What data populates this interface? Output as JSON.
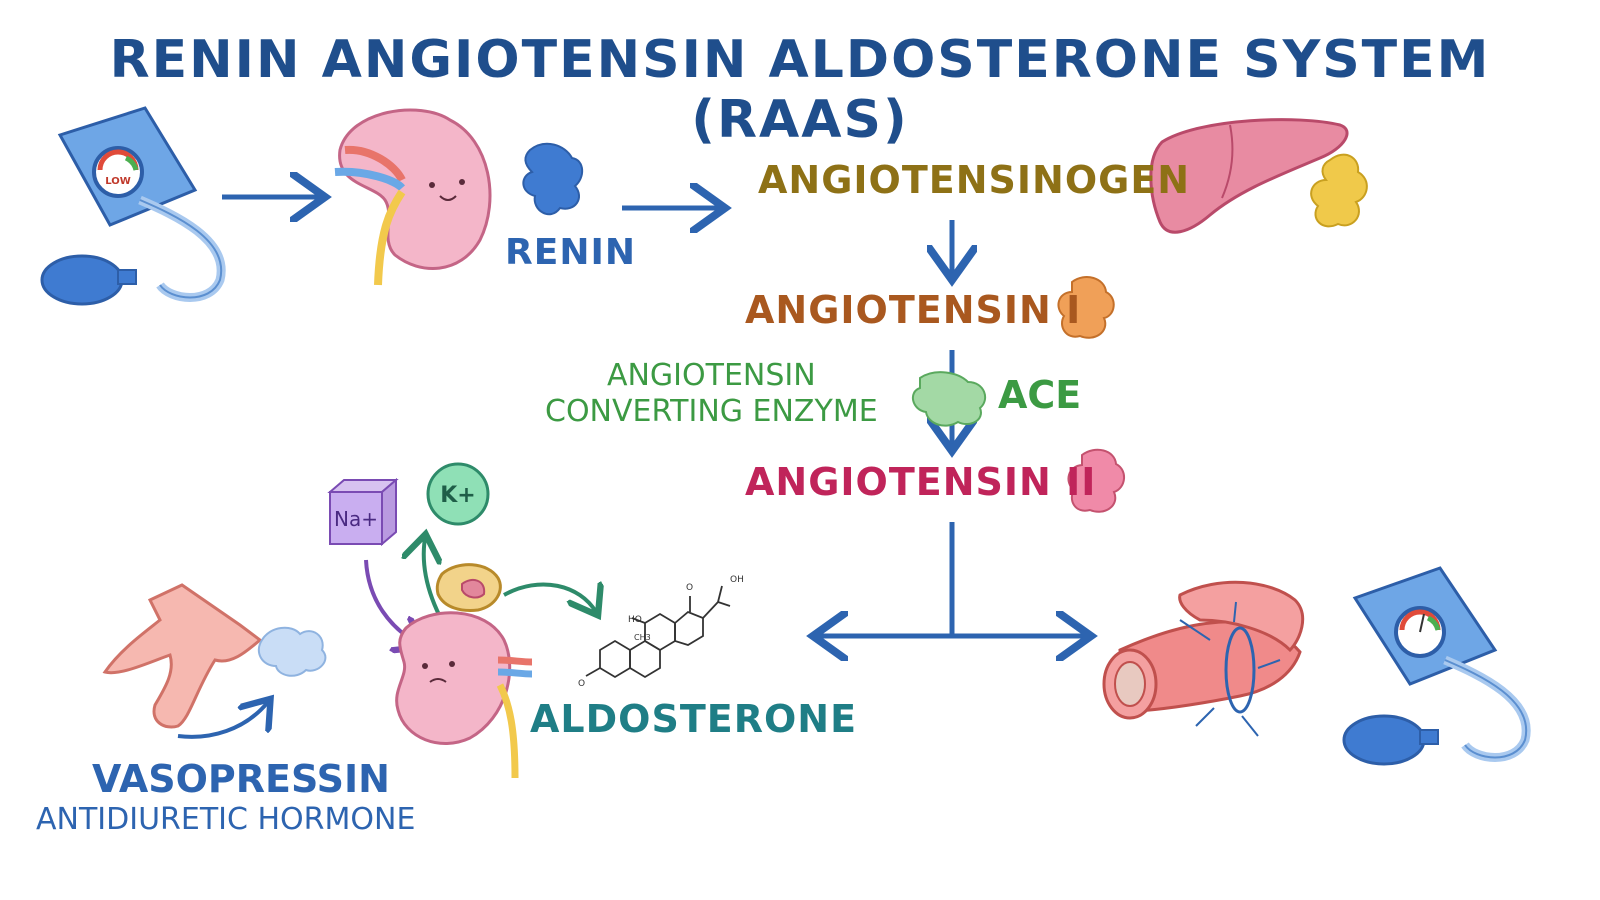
{
  "title": "RENIN ANGIOTENSIN ALDOSTERONE SYSTEM (RAAS)",
  "gauge_low_text": "LOW",
  "labels": {
    "renin": "RENIN",
    "angiotensinogen": "ANGIOTENSINOGEN",
    "angiotensin_1": "ANGIOTENSIN I",
    "ace_full_line1": "ANGIOTENSIN",
    "ace_full_line2": "CONVERTING ENZYME",
    "ace": "ACE",
    "angiotensin_2": "ANGIOTENSIN II",
    "aldosterone": "ALDOSTERONE",
    "vasopressin": "VASOPRESSIN",
    "antidiuretic_hormone": "ANTIDIURETIC HORMONE"
  },
  "ions": {
    "sodium": "Na+",
    "potassium": "K+"
  },
  "molecule_labels": {
    "ho": "HO",
    "ch3": "CH3",
    "oh": "OH",
    "o": "O"
  },
  "colors": {
    "title": "#1f4e8c",
    "renin": "#2d64b0",
    "angiotensinogen": "#8e7116",
    "angiotensin_1": "#a9581f",
    "ace": "#3c9a43",
    "angiotensin_2": "#c0245a",
    "aldosterone": "#1f7e86",
    "arrow": "#2d64b0"
  }
}
